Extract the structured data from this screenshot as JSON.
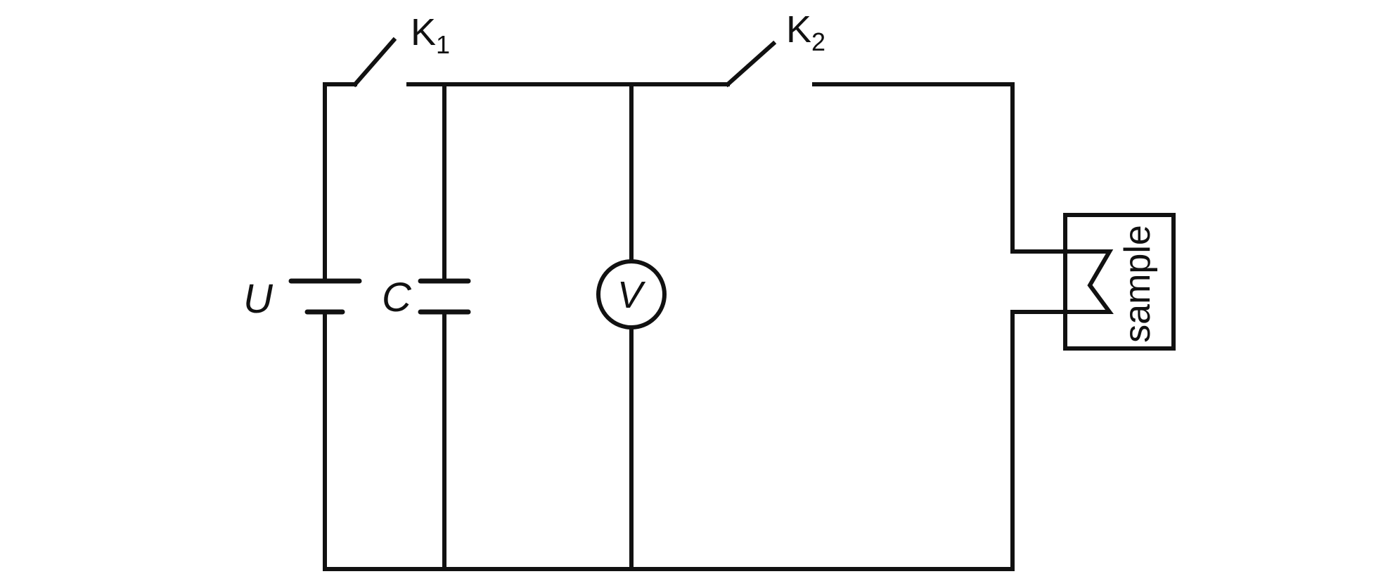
{
  "labels": {
    "switch_k1": {
      "main": "K",
      "sub": "1"
    },
    "switch_k2": {
      "main": "K",
      "sub": "2"
    },
    "source": "U",
    "capacitor": "C",
    "voltmeter": "V",
    "sample": "sample"
  },
  "colors": {
    "line": "#111111",
    "background": "#ffffff"
  }
}
